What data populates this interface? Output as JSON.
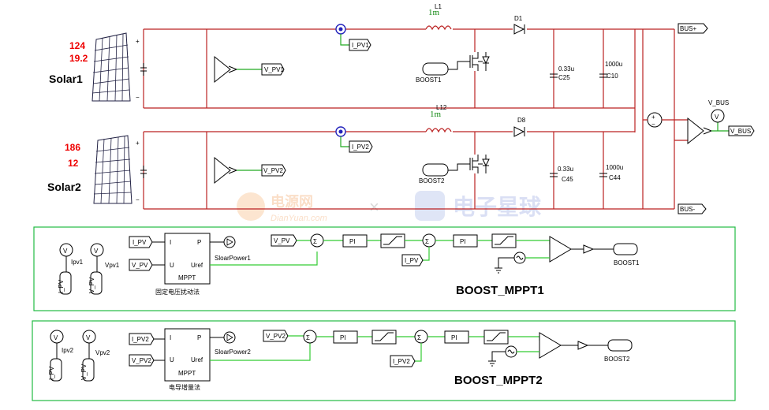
{
  "solar1": {
    "name": "Solar1",
    "val1": "124",
    "val2": "19.2"
  },
  "solar2": {
    "name": "Solar2",
    "val1": "186",
    "val2": "12"
  },
  "inductors": [
    {
      "name": "L1",
      "value": "1m"
    },
    {
      "name": "L12",
      "value": "1m"
    }
  ],
  "diodes": [
    "D1",
    "D8"
  ],
  "caps": [
    {
      "name": "C25",
      "value": "0.33u"
    },
    {
      "name": "C10",
      "value": "1000u"
    },
    {
      "name": "C45",
      "value": "0.33u"
    },
    {
      "name": "C44",
      "value": "1000u"
    }
  ],
  "labels": {
    "i_pv1": "I_PV1",
    "v_pv1": "V_PV1",
    "i_pv2": "I_PV2",
    "v_pv2": "V_PV2",
    "boost1": "BOOST1",
    "boost2": "BOOST2",
    "bus_p": "BUS+",
    "bus_m": "BUS-",
    "v_bus": "V_BUS",
    "v_bus_out": "V_BUS"
  },
  "mppt1": {
    "title": "BOOST_MPPT1",
    "i_in": "I_PV",
    "v_in": "V_PV",
    "meter1": "Ipv1",
    "meter2": "Vpv1",
    "probe1": "I_PV",
    "probe2": "V_PV",
    "block_p": "P",
    "block_i": "I",
    "block_u": "U",
    "block_uref": "Uref",
    "block_name": "MPPT",
    "method": "固定电压扰动法",
    "sloar": "SloarPower1",
    "vpv": "V_PV",
    "ipv": "I_PV",
    "pi": "PI",
    "out": "BOOST1"
  },
  "mppt2": {
    "title": "BOOST_MPPT2",
    "i_in": "I_PV2",
    "v_in": "V_PV2",
    "meter1": "Ipv2",
    "meter2": "Vpv2",
    "probe1": "I_PV",
    "probe2": "V_PV",
    "block_p": "P",
    "block_i": "I",
    "block_u": "U",
    "block_uref": "Uref",
    "block_name": "MPPT",
    "method": "电导增量法",
    "sloar": "SloarPower2",
    "vpv": "V_PV2",
    "ipv": "I_PV2",
    "pi": "PI",
    "out": "BOOST2"
  },
  "watermark": {
    "brand1": "电源网",
    "brand1_sub": "DianYuan.com",
    "sep": "×",
    "brand2": "电子星球"
  },
  "icons": [
    "solar-panel-icon",
    "voltmeter-icon",
    "ammeter-icon",
    "diode-icon",
    "mosfet-icon",
    "sum-icon",
    "limiter-icon"
  ]
}
